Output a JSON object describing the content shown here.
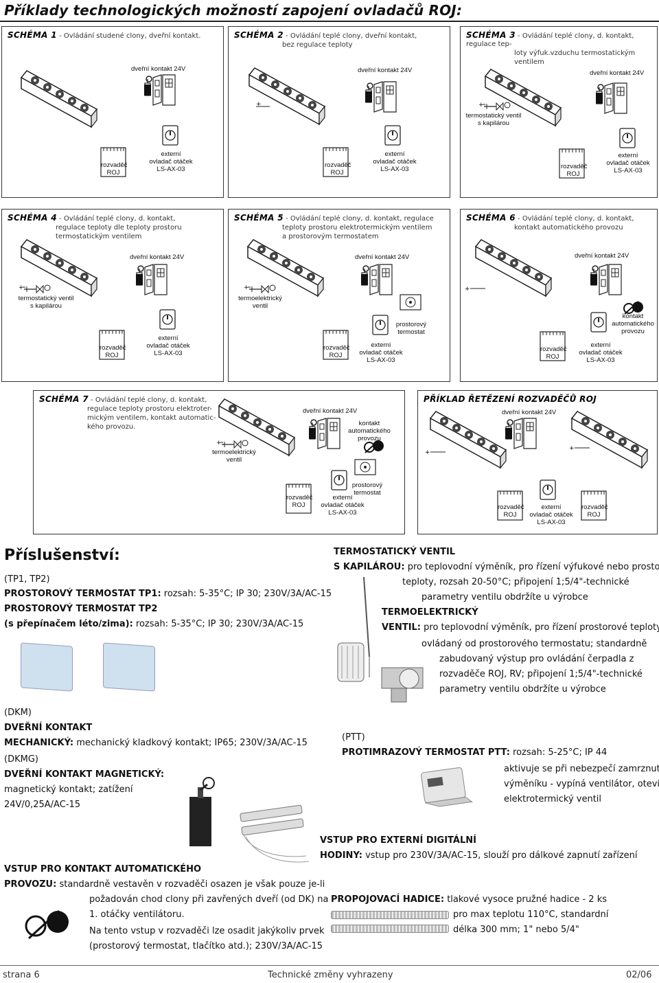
{
  "page": {
    "title": "Příklady technologických možností zapojení ovladačů ROJ:"
  },
  "common": {
    "door": "dveřní kontakt 24V",
    "board1": "rozvaděč",
    "board2": "ROJ",
    "ctrl1": "externí",
    "ctrl2": "ovladač otáček",
    "ctrl3": "LS-AX-03",
    "valve_cap1": "termostatický ventil",
    "valve_cap2": "s kapilárou",
    "valve_te1": "termoelektrický",
    "valve_te2": "ventil",
    "room1": "prostorový",
    "room2": "termostat",
    "auto1": "kontakt",
    "auto2": "automatického",
    "auto3": "provozu",
    "plus": "+"
  },
  "schemas": [
    {
      "name": "SCHÉMA 1",
      "desc1": "- Ovládání studené clony, dveřní kontakt.",
      "desc2": "",
      "desc3": ""
    },
    {
      "name": "SCHÉMA 2",
      "desc1": "- Ovládání teplé clony, dveřní kontakt,",
      "desc2": "bez regulace teploty",
      "desc3": ""
    },
    {
      "name": "SCHÉMA 3",
      "desc1": "- Ovládání teplé clony, d. kontakt, regulace tep-",
      "desc2": "loty výfuk.vzduchu termostatickým",
      "desc3": "ventilem"
    },
    {
      "name": "SCHÉMA 4",
      "desc1": "- Ovládání teplé clony, d. kontakt,",
      "desc2": "regulace teploty dle teploty prostoru",
      "desc3": "termostatickým ventilem"
    },
    {
      "name": "SCHÉMA 5",
      "desc1": "- Ovládání teplé clony, d. kontakt, regulace",
      "desc2": "teploty prostoru elektrotermickým ventilem",
      "desc3": "a prostorovým termostatem"
    },
    {
      "name": "SCHÉMA 6",
      "desc1": "- Ovládání teplé clony, d. kontakt,",
      "desc2": "kontakt automatického provozu",
      "desc3": ""
    },
    {
      "name": "SCHÉMA 7",
      "desc1": "- Ovládání teplé clony, d. kontakt,",
      "desc2": "regulace teploty prostoru elektroter-",
      "desc3": "mickým ventilem, kontakt automatic-",
      "desc4": "kého provozu."
    }
  ],
  "chain": {
    "title": "PŘÍKLAD ŘETĚZENÍ ROZVADĚČŮ ROJ"
  },
  "accessories": {
    "heading": "Příslušenství:",
    "tp_codes": "(TP1, TP2)",
    "tp1_label": "PROSTOROVÝ TERMOSTAT TP1:",
    "tp1_text": "rozsah: 5-35°C; IP 30; 230V/3A/AC-15",
    "tp2_label": "PROSTOROVÝ TERMOSTAT TP2",
    "tp2_label2": "(s přepínačem léto/zima):",
    "tp2_text": "rozsah: 5-35°C; IP 30; 230V/3A/AC-15",
    "dkm_code": "(DKM)",
    "dk_label": "DVEŘNÍ KONTAKT",
    "mech_label": "MECHANICKÝ:",
    "mech_text": "mechanický kladkový kontakt; IP65; 230V/3A/AC-15",
    "dkmg_code": "(DKMG)",
    "mag_label": "DVEŘNÍ KONTAKT MAGNETICKÝ:",
    "mag_text1": "magnetický kontakt; zatížení",
    "mag_text2": "24V/0,25A/AC-15",
    "auto_label1": "VSTUP PRO KONTAKT AUTOMATICKÉHO",
    "auto_label2": "PROVOZU:",
    "auto_text1": "standardně vestavěn v rozvaděči osazen je však pouze je-li",
    "auto_text2": "požadován chod clony při zavřených dveří (od DK) na",
    "auto_text3": "1. otáčky ventilátoru.",
    "auto_text4": "Na tento vstup v rozvaděči lze osadit jakýkoliv prvek",
    "auto_text5": "(prostorový termostat, tlačítko atd.); 230V/3A/AC-15",
    "tv_label1": "TERMOSTATICKÝ VENTIL",
    "tv_label2": "S KAPILÁROU:",
    "tv_text1": "pro teplovodní výměník, pro řízení výfukové nebo prostorové",
    "tv_text2": "teploty, rozsah 20-50°C; připojení 1;5/4\"-technické",
    "tv_text3": "parametry ventilu obdržíte u výrobce",
    "te_label1": "TERMOELEKTRICKÝ",
    "te_label2": "VENTIL:",
    "te_text1": "pro teplovodní výměník, pro řízení prostorové teploty",
    "te_text2": "ovládaný od prostorového termostatu; standardně",
    "te_text3": "zabudovaný výstup pro ovládání čerpadla z",
    "te_text4": "rozvaděče ROJ, RV; připojení 1;5/4\"-technické",
    "te_text5": "parametry ventilu obdržíte u výrobce",
    "ptt_code": "(PTT)",
    "ptt_label": "PROTIMRAZOVÝ TERMOSTAT PTT:",
    "ptt_text1": "rozsah: 5-25°C; IP 44",
    "ptt_text2": "aktivuje se při nebezpečí zamrznutí",
    "ptt_text3": "výměníku - vypíná ventilátor, otevírá",
    "ptt_text4": "elektrotermický ventil",
    "dig_label1": "VSTUP PRO EXTERNÍ DIGITÁLNÍ",
    "dig_label2": "HODINY:",
    "dig_text": "vstup pro 230V/3A/AC-15, slouží pro dálkové zapnutí zařízení",
    "hose_label": "PROPOJOVACÍ HADICE:",
    "hose_text1": "tlakové vysoce pružné hadice - 2 ks",
    "hose_text2": "pro max teplotu 110°C, standardní",
    "hose_text3": "délka 300 mm; 1\" nebo 5/4\""
  },
  "footer": {
    "left": "strana 6",
    "center": "Technické změny vyhrazeny",
    "right": "02/06"
  }
}
